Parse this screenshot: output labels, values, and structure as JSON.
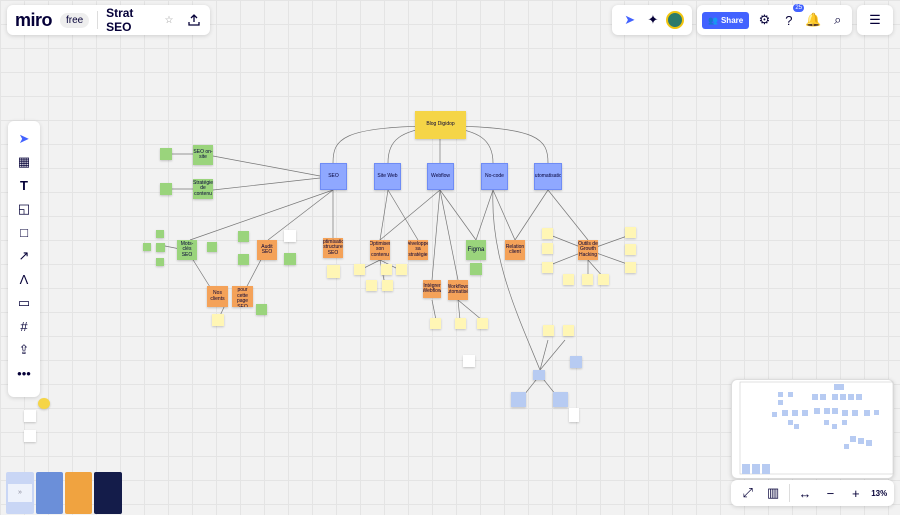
{
  "header": {
    "logo": "miro",
    "plan_badge": "free",
    "board_title": "Strat SEO",
    "share_label": "Share",
    "notif_count": "25"
  },
  "toolbar": {
    "tools": [
      "select-icon",
      "templates-icon",
      "text-icon",
      "sticky-note-icon",
      "shape-icon",
      "arrow-icon",
      "pen-icon",
      "comment-icon",
      "frame-icon",
      "upload-icon",
      "more-icon"
    ]
  },
  "board": {
    "root": "Blog Digidop",
    "level1": [
      "SEO",
      "Site Web",
      "Webflow",
      "No-code",
      "Automatisation"
    ],
    "figma": "Figma",
    "seo_children": [
      "Mots-clés SEO",
      "Audit SEO",
      "Optimisation structure SEO"
    ],
    "green_notes": [
      "SEO on-site",
      "Stratégie de contenu"
    ],
    "orange_notes": [
      "Nos clients",
      "Conseils pour cette page SEO",
      "Optimiser son contenu",
      "Développer sa stratégie",
      "Intégrer Webflow",
      "Workflows automatisés",
      "Relation client"
    ],
    "automation_note": "Outils de Growth Hacking"
  },
  "minimap": {},
  "zoom": {
    "level": "13%"
  },
  "colors": {
    "accent": "#4262ff",
    "root_node": "#f5d547",
    "level1_node": "#8fa8ff",
    "green_note": "#9ad47c",
    "orange_note": "#f4a259"
  }
}
